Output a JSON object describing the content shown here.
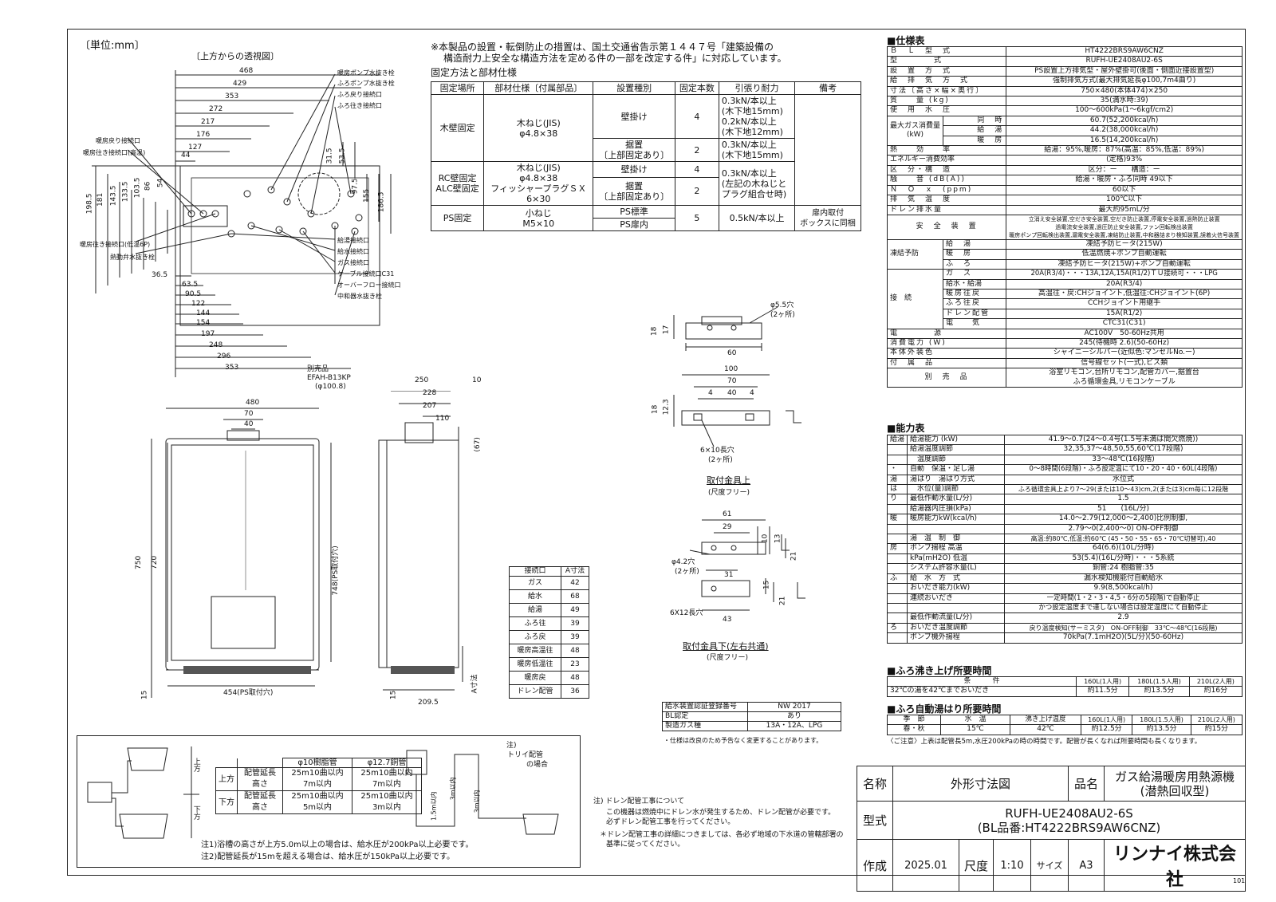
{
  "header": {
    "unit": "〔単位:mm〕",
    "top_view_label": "〔上方からの透視図〕",
    "notice_line1": "※本製品の設置・転倒防止の措置は、国土交通省告示第１４４７号「建築設備の",
    "notice_line2": "構造耐力上安全な構造方法を定める件の一部を改定する件」に対応しています。"
  },
  "top_view": {
    "dims_top": [
      "468",
      "429",
      "353",
      "272",
      "217",
      "176",
      "127",
      "44"
    ],
    "dims_left": [
      "198.5",
      "181",
      "143.5",
      "133.5",
      "103.5",
      "86",
      "54"
    ],
    "dims_right": [
      "31.5",
      "53.5",
      "97.5",
      "155",
      "186.5"
    ],
    "dims_bottom": [
      "36.5",
      "63.5",
      "90.5",
      "122",
      "144",
      "154",
      "197",
      "248",
      "296",
      "353"
    ],
    "labels_right_top": [
      "暖房ポンプ水抜き栓",
      "ふろポンプ水抜き栓",
      "ふろ戻り接続口",
      "ふろ往き接続口"
    ],
    "labels_left": [
      "暖房戻り接続口",
      "暖房往き接続口(高温)"
    ],
    "labels_left_bottom": [
      "暖房往き接続口(低温6P)",
      "熱動弁水抜き栓"
    ],
    "labels_right_bottom": [
      "給湯接続口",
      "給水接続口",
      "ガス接続口",
      "ケーブル接続口C31",
      "オーバーフロー接続口",
      "中和器水抜き栓"
    ]
  },
  "fixing": {
    "title": "固定方法と部材仕様",
    "headers": [
      "固定場所",
      "部材仕様〔付属部品〕",
      "設置種別",
      "固定本数",
      "引張り耐力",
      "備考"
    ],
    "wood_place": "木壁固定",
    "wood_part1": "木ねじ(JIS)",
    "wood_part2": "φ4.8×38",
    "wall_hang": "壁掛け",
    "wood_wall_count": "4",
    "wood_wall_force1": "0.3kN/本以上",
    "wood_wall_force2": "(木下地15mm)",
    "wood_wall_force3": "0.2kN/本以上",
    "wood_wall_force4": "(木下地12mm)",
    "floor1": "据置",
    "floor2": "〔上部固定あり〕",
    "wood_floor_count": "2",
    "wood_floor_force1": "0.3kN/本以上",
    "wood_floor_force2": "(木下地15mm)",
    "rc_place1": "RC壁固定",
    "rc_place2": "ALC壁固定",
    "rc_part1": "木ねじ(JIS)",
    "rc_part2": "φ4.8×38",
    "rc_part3": "フィッシャープラグＳＸ",
    "rc_part4": "6×30",
    "rc_wall_count": "4",
    "rc_floor_count": "2",
    "rc_force1": "0.3kN/本以上",
    "rc_force2": "(左記の木ねじと",
    "rc_force3": "プラグ組合せ時)",
    "ps_place": "PS固定",
    "ps_part1": "小ねじ",
    "ps_part2": "M5×10",
    "ps_std": "PS標準",
    "ps_door": "PS扉内",
    "ps_count": "5",
    "ps_force": "0.5kN/本以上",
    "ps_note1": "扉内取付",
    "ps_note2": "ボックスに同梱"
  },
  "bracket_top": {
    "caption": "取付金具上",
    "sub": "(尺度フリー)",
    "hole": "φ5.5穴",
    "hole_sub": "(2ヶ所)",
    "d60": "60",
    "d18": "18",
    "d17": "17",
    "d100": "100",
    "d70": "70",
    "d4a": "4",
    "d40": "40",
    "d4b": "4",
    "d12_3": "12.3",
    "d18b": "18",
    "slot": "6×10長穴",
    "slot_sub": "(2ヶ所)"
  },
  "bracket_side": {
    "caption": "取付金具下(左右共通)",
    "sub": "(尺度フリー)",
    "d61": "61",
    "d29": "29",
    "d10": "10",
    "d13": "13",
    "d21": "21",
    "hole": "φ4.2穴",
    "hole_sub": "(2ヶ所)",
    "d31": "31",
    "d15": "15",
    "d21b": "21",
    "slot": "6X12長穴",
    "d43": "43"
  },
  "front_view": {
    "option1": "別売品",
    "option2": "EFAH-B13KP",
    "option3": "(φ100.8)",
    "w480": "480",
    "w70": "70",
    "w40": "40",
    "h750": "750",
    "h720": "720",
    "h748": "748(PS取付穴)",
    "w454": "454(PS取付穴)",
    "h15": "15"
  },
  "side_view": {
    "d250": "250",
    "d10": "10",
    "d228": "228",
    "d207": "207",
    "d110": "110",
    "d67": "(67)",
    "d15": "15",
    "d209_5": "209.5",
    "a_dim": "A寸法"
  },
  "a_table": {
    "headers": [
      "接続口",
      "A寸法"
    ],
    "rows": [
      [
        "ガス",
        "42"
      ],
      [
        "給水",
        "68"
      ],
      [
        "給湯",
        "49"
      ],
      [
        "ふろ往",
        "39"
      ],
      [
        "ふろ戻",
        "39"
      ],
      [
        "暖房高温往",
        "48"
      ],
      [
        "暖房低温往",
        "23"
      ],
      [
        "暖房戻",
        "48"
      ],
      [
        "ドレン配管",
        "36"
      ]
    ]
  },
  "cert_table": {
    "rows": [
      [
        "給水装置認証登録番号",
        "NW 2017"
      ],
      [
        "BL認定",
        "あり"
      ],
      [
        "製造ガス種",
        "13A・12A、LPG"
      ]
    ],
    "note": "・仕様は改良のため予告なく変更することがあります。"
  },
  "bath_box": {
    "up": "上方",
    "down": "下方",
    "col1": "φ10樹脂管",
    "col2": "φ12.7銅管",
    "row_label1": "配管延長",
    "row_label2": "高さ",
    "up_resin1": "25m10曲以内",
    "up_resin2": "7m以内",
    "up_copper1": "25m10曲以内",
    "up_copper2": "7m以内",
    "down_resin1": "25m10曲以内",
    "down_resin2": "5m以内",
    "down_copper1": "25m10曲以内",
    "down_copper2": "3m以内",
    "note1": "注1)浴槽の高さが上方5.0m以上の場合は、給水圧が200kPa以上必要です。",
    "note2": "注2)配管延長が15mを超える場合は、給水圧が150kPa以上必要です。",
    "trap1": "注)",
    "trap2": "トリイ配管",
    "trap3": "の場合",
    "h1": "1.5m以内",
    "h2": "3m以内",
    "h3": "3m以内"
  },
  "drain_note": {
    "title": "注) ドレン配管工事について",
    "l1": "この機器は燃焼中にドレン水が発生するため、ドレン配管が必要です。",
    "l2": "必ずドレン配管工事を行ってください。",
    "l3": "＊ドレン配管工事の詳細につきましては、各必ず地域の下水道の管轄部署の",
    "l4": "基準に従ってください。"
  },
  "spec": {
    "title": "■仕様表",
    "rows": [
      [
        "Ｂ　Ｌ　型　式",
        "HT4222BRS9AW6CNZ"
      ],
      [
        "型　　　　式",
        "RUFH-UE2408AU2-6S"
      ],
      [
        "設　置　方　式",
        "PS設置上方排気型・屋外壁掛可(後面・側面近接設置型)"
      ],
      [
        "給　排　気　方　式",
        "強制排気方式(最大排気延長φ100,7m4曲り)"
      ],
      [
        "寸法〔高さ×幅×奥行〕",
        "750×480(本体474)×250"
      ],
      [
        "質　　量 (kg)",
        "35(満水時:39)"
      ],
      [
        "使　用　水　圧",
        "100〜600kPa(1〜6kgf/cm2)"
      ]
    ],
    "gas_label1": "最大ガス消費量",
    "gas_label2": "(kW)",
    "gas_rows": [
      [
        "同　時",
        "60.7(52,200kcal/h)"
      ],
      [
        "給　湯",
        "44.2(38,000kcal/h)"
      ],
      [
        "暖　房",
        "16.5(14,200kcal/h)"
      ]
    ],
    "rows2": [
      [
        "熱　　効　　率",
        "給湯：95%,暖房：87%(高温：85%,低温：89%)"
      ],
      [
        "エネルギー消費効率",
        "(定格)93%"
      ],
      [
        "区　分・構　造",
        "区分：ー　　構造：ー"
      ],
      [
        "騒　　音 (dB(A))",
        "給湯・暖房・ふろ同時 49以下"
      ],
      [
        "Ｎ　Ｏ　ｘ　(ppm)",
        "60以下"
      ],
      [
        "排　気　温　度",
        "100℃以下"
      ],
      [
        "ドレン排水量",
        "最大約95mL/分"
      ]
    ],
    "safety_label": "安　全　装　置",
    "safety1": "立消え安全装置,空だき安全装置,空だき防止装置,停電安全装置,過熱防止装置",
    "safety2": "過電流安全装置,過圧防止安全装置,ファン回転検出装置",
    "safety3": "暖房ポンプ回転検出装置,漏電安全装置,凍結防止装置,中和器詰まり検知装置,誤着火信号装置",
    "freeze_label": "凍結予防",
    "freeze_rows": [
      [
        "給　湯",
        "凍結予防ヒータ(215W)"
      ],
      [
        "暖　房",
        "低温燃焼+ポンプ自動運転"
      ],
      [
        "ふ　ろ",
        "凍結予防ヒータ(215W)+ポンプ自動運転"
      ]
    ],
    "conn_label": "接　続",
    "conn_rows": [
      [
        "ガ　ス",
        "20A(R3/4)・・・13A,12A,15A(R1/2)ＴＵ接続可・・・LPG"
      ],
      [
        "給水・給湯",
        "20A(R3/4)"
      ],
      [
        "暖房往戻",
        "高温往・戻:CHジョイント,低温往:CHジョイント(6P)"
      ],
      [
        "ふろ往戻",
        "CCHジョイント用継手"
      ],
      [
        "ドレン配管",
        "15A(R1/2)"
      ],
      [
        "電　　気",
        "CTC31(C31)"
      ]
    ],
    "rows3": [
      [
        "電　　　　源",
        "AC100V　50-60Hz共用"
      ],
      [
        "消費電力 (W)",
        "245(待機時 2.6)(50-60Hz)"
      ],
      [
        "本体外装色",
        "シャイニーシルバー(近似色:マンセルNo.ー)"
      ],
      [
        "付　属　品",
        "信号線セット(一式),ビス類"
      ]
    ],
    "option_label": "別　売　品",
    "option1": "浴室リモコン,台所リモコン,配管カバー,据置台",
    "option2": "ふろ循環金具,リモコンケーブル"
  },
  "perf": {
    "title": "■能力表",
    "rows": [
      [
        "給湯",
        "給湯能力 (kW)",
        "41.9〜0.7(24〜0.4号(1.5号未満は間欠燃焼))"
      ],
      [
        "",
        "給湯温度調節",
        "32,35,37〜48,50,55,60℃(17段階)"
      ],
      [
        "",
        "　温度調節",
        "33〜48℃(16段階)"
      ],
      [
        "・",
        "自動　保温・足し湯",
        "0〜8時間(6段階)・ふろ設定温にて10・20・40・60L(4段階)"
      ],
      [
        "湯",
        "湯はり　湯はり方式",
        "水位式"
      ],
      [
        "は",
        "　水位(量)調節",
        "ふろ循環金具上より7〜29(または10〜43)cm,2(または3)cm毎に12段階"
      ],
      [
        "り",
        "最低作動水量(L/分)",
        "1.5"
      ],
      [
        "",
        "給湯器内圧損(kPa)",
        "51　　(16L/分)"
      ],
      [
        "暖",
        "暖房能力kW(kcal/h)",
        "14.0〜2.79(12,000〜2,400)比例制御,"
      ],
      [
        "",
        "",
        "2.79〜0(2,400〜0) ON-OFF制御"
      ],
      [
        "",
        "湯　温　制　御",
        "高温:約80℃,低温:約60℃ (45・50・55・65・70℃切替可),40"
      ],
      [
        "房",
        "ポンプ揚程 高温",
        "64(6.6)(10L/分時)"
      ],
      [
        "",
        "kPa(mH2O) 低温",
        "53(5.4)(16L/分時)・・・5系統"
      ],
      [
        "",
        "システム許容水量(L)",
        "銅管:24 樹脂管:35"
      ],
      [
        "ふ",
        "給　水　方　式",
        "漏水検知機能付自動給水"
      ],
      [
        "",
        "おいだき能力(kW)",
        "9.9(8,500kcal/h)"
      ],
      [
        "",
        "連続おいだき",
        "一定時間(1・2・3・4,5・6分の5段階)で自動停止"
      ],
      [
        "",
        "",
        "かつ設定温度まで達しない場合は設定温度にて自動停止"
      ],
      [
        "",
        "最低作動流量(L/分)",
        "2.9"
      ],
      [
        "ろ",
        "おいだき温度調節",
        "戻り温度検知(サーミスタ)　ON-OFF制御　33℃〜48℃(16段階)"
      ],
      [
        "",
        "ポンプ機外揚程",
        "70kPa(7.1mH2O)(5L/分)(50-60Hz)"
      ]
    ]
  },
  "boil_time": {
    "title": "■ふろ沸き上げ所要時間",
    "head": [
      "条　　　件",
      "160L(1人用)",
      "180L(1.5人用)",
      "210L(2人用)"
    ],
    "row": [
      "32℃の湯を42℃までおいだき",
      "約11.5分",
      "約13.5分",
      "約16分"
    ]
  },
  "fill_time": {
    "title": "■ふろ自動湯はり所要時間",
    "head": [
      "季　節",
      "水　温",
      "沸き上げ温度",
      "160L(1人用)",
      "180L(1.5人用)",
      "210L(2人用)"
    ],
    "row": [
      "春・秋",
      "15℃",
      "42℃",
      "約12.5分",
      "約13.5分",
      "約15分"
    ],
    "note": "〈ご注意〉上表は配管長5m,水圧200kPaの時の時間です。配管が長くなれば所要時間も長くなります。"
  },
  "title_block": {
    "name_label": "名称",
    "name": "外形寸法図",
    "product_label": "品名",
    "product1": "ガス給湯暖房用熱源機",
    "product2": "(潜熱回収型)",
    "model_label": "型式",
    "model1": "RUFH-UE2408AU2-6S",
    "model2": "(BL品番:HT4222BRS9AW6CNZ)",
    "made_label": "作成",
    "date": "2025.01",
    "scale_label": "尺度",
    "scale": "1:10",
    "size_label": "サイズ",
    "size": "A3",
    "company": "リンナイ株式会社",
    "page": "101"
  }
}
